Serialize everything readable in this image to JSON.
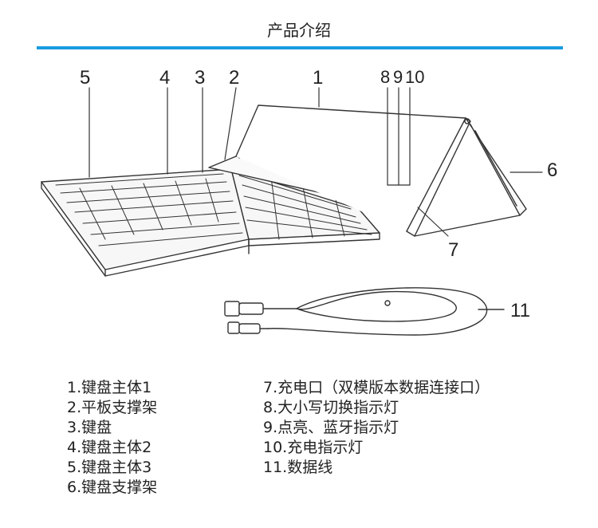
{
  "header": {
    "title": "产品介绍",
    "accent_color": "#1a9be0"
  },
  "callouts": {
    "n1": "1",
    "n2": "2",
    "n3": "3",
    "n4": "4",
    "n5": "5",
    "n6": "6",
    "n7": "7",
    "n8": "8",
    "n9": "9",
    "n10": "10",
    "n11": "11"
  },
  "legend_left": [
    "1.键盘主体1",
    "2.平板支撑架",
    "3.键盘",
    "4.键盘主体2",
    "5.键盘主体3",
    "6.键盘支撑架"
  ],
  "legend_right": [
    "7.充电口（双模版本数据连接口）",
    "8.大小写切换指示灯",
    "9.点亮、蓝牙指示灯",
    "10.充电指示灯",
    "11.数据线"
  ]
}
